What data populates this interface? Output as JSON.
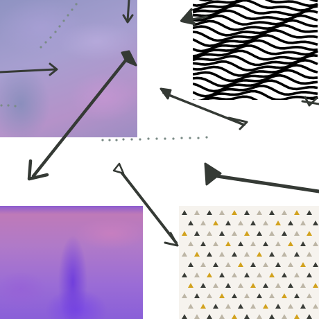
{
  "collage": {
    "tiles": [
      {
        "name": "sky-watercolor",
        "palette": [
          "#8f93c2",
          "#b592c9",
          "#a79fd0"
        ]
      },
      {
        "name": "zebra-waves",
        "palette": [
          "#000000",
          "#ffffff"
        ]
      },
      {
        "name": "purple-ink-cloud",
        "palette": [
          "#8a5fd8",
          "#c27ab4",
          "#b07ac8"
        ]
      },
      {
        "name": "triangle-confetti",
        "palette": [
          "#f6f3ee",
          "#3a3d38",
          "#d2a21e",
          "#bdb6a6"
        ]
      }
    ],
    "ink_color": "#353a35",
    "dot_color": "#7a8b86"
  }
}
